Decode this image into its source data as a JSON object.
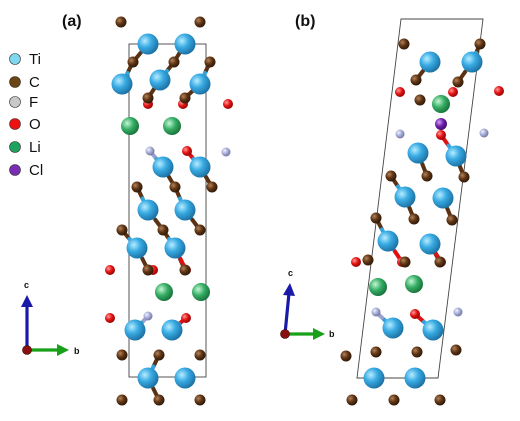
{
  "panels": [
    {
      "label": "(a)"
    },
    {
      "label": "(b)"
    }
  ],
  "legend": [
    {
      "symbol": "Ti",
      "color": "#7fd7f2"
    },
    {
      "symbol": "C",
      "color": "#6b4514"
    },
    {
      "symbol": "F",
      "color": "#c8c8c8"
    },
    {
      "symbol": "O",
      "color": "#ee1111"
    },
    {
      "symbol": "Li",
      "color": "#1ea35e"
    },
    {
      "symbol": "Cl",
      "color": "#7a2db2"
    }
  ],
  "atom_colors": {
    "Ti": {
      "fill": "#33a4dc",
      "hi": "#a8e2fa"
    },
    "C": {
      "fill": "#5a3213",
      "hi": "#a5714a"
    },
    "O": {
      "fill": "#e01010",
      "hi": "#ff8080"
    },
    "F": {
      "fill": "#9aa3cd",
      "hi": "#e6e9ff"
    },
    "Li": {
      "fill": "#2fa35a",
      "hi": "#a7f0c4"
    },
    "Cl": {
      "fill": "#6b1fa8",
      "hi": "#c690f2"
    }
  },
  "axes": {
    "a": {
      "vertical": "c",
      "horizontal": "b"
    },
    "b": {
      "vertical": "c",
      "horizontal": "b"
    },
    "colors": {
      "c": "#1a1aa8",
      "b": "#19a01b",
      "a": "#8a0f0f"
    }
  }
}
